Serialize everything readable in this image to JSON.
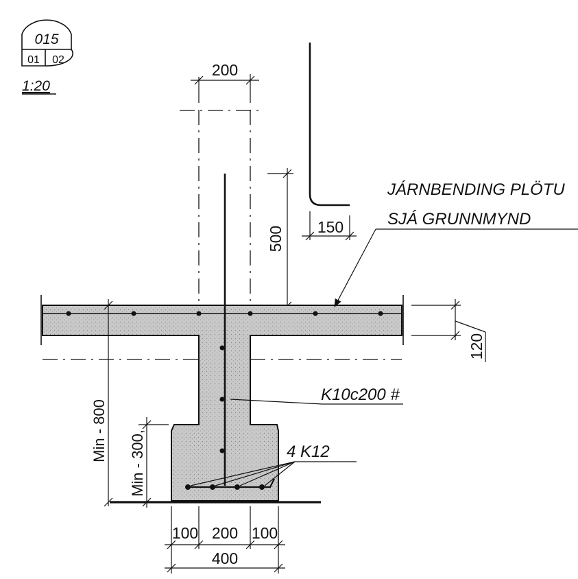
{
  "detail_tag": {
    "number": "015",
    "sheet_left": "01",
    "sheet_right": "02",
    "scale": "1:20"
  },
  "dimensions": {
    "wall_width": "200",
    "upstand_height": "500",
    "hook_length": "150",
    "slab_thickness": "120",
    "foundation_depth": "Min - 800",
    "footing_height": "Min - 300,",
    "footing_left": "100",
    "footing_middle": "200",
    "footing_right": "100",
    "footing_total": "400"
  },
  "notes": {
    "slab_reinforcement_line1": "JÁRNBENDING PLÖTU",
    "slab_reinforcement_line2": "SJÁ GRUNNMYND",
    "stirrups": "K10c200 #",
    "longitudinal_bars": "4 K12"
  },
  "colors": {
    "ink": "#111111",
    "concrete_fill": "#c9c9c9",
    "paper": "#ffffff"
  }
}
